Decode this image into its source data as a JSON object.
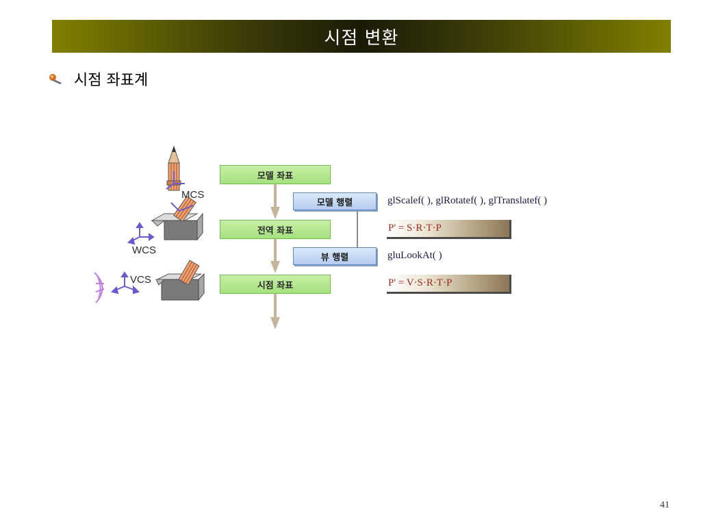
{
  "title": "시점 변환",
  "bullet": {
    "text": "시점 좌표계",
    "icon": "pin-icon"
  },
  "diagram": {
    "green_boxes": [
      "모델 좌표",
      "전역 좌표",
      "시점 좌표"
    ],
    "blue_boxes": [
      "모델 행렬",
      "뷰 행렬"
    ],
    "functions": [
      "glScalef( ), glRotatef( ), glTranslatef( )",
      "gluLookAt( )"
    ],
    "formulas": [
      "P' = S·R·T·P",
      "P' = V·S·R·T·P"
    ],
    "axis_labels": [
      "MCS",
      "WCS",
      "VCS"
    ]
  },
  "page_number": "41",
  "colors": {
    "title_bar": "#808000",
    "green_box": "#a6e07e",
    "blue_box": "#b4ccef",
    "arrow": "#c4b49a",
    "formula_text": "#a0281c"
  }
}
